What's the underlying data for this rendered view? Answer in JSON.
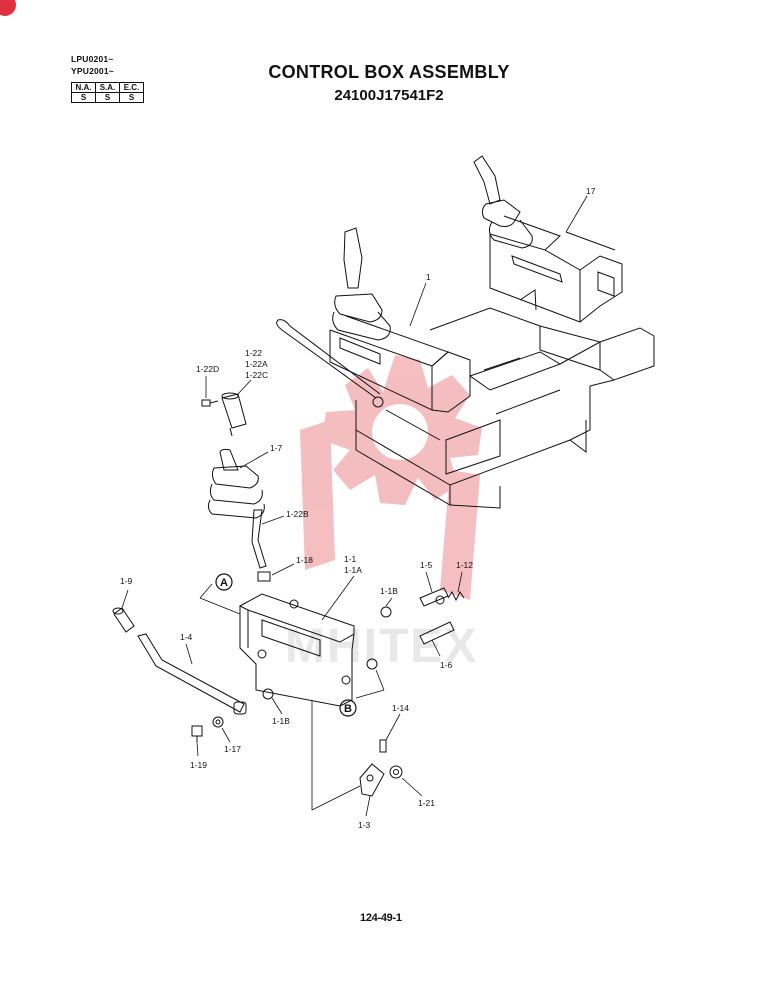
{
  "header": {
    "serial_na": "LPU0201~",
    "serial_sa": "YPU2001~",
    "availability_headers": [
      "N.A.",
      "S.A.",
      "E.C."
    ],
    "availability_values": [
      "S",
      "S",
      "S"
    ]
  },
  "title": "CONTROL BOX ASSEMBLY",
  "part_number": "24100J17541F2",
  "page_number": "124-49-1",
  "watermark_text": "MHITEX",
  "callouts": {
    "c17": "17",
    "c1": "1",
    "c1_22": "1-22",
    "c1_22a": "1-22A",
    "c1_22c": "1-22C",
    "c1_22d": "1-22D",
    "c1_7": "1-7",
    "c1_22b": "1-22B",
    "c1_18": "1-18",
    "c1_1": "1-1",
    "c1_1a": "1-1A",
    "c1_5": "1-5",
    "c1_12": "1-12",
    "c1_9": "1-9",
    "c1_1b_top": "1-1B",
    "c1_4": "1-4",
    "c1_6": "1-6",
    "c1_1b_bottom": "1-1B",
    "c1_14": "1-14",
    "c1_17": "1-17",
    "c1_19": "1-19",
    "c1_21": "1-21",
    "c1_3": "1-3",
    "circle_a": "A",
    "circle_b": "B"
  },
  "colors": {
    "watermark_red": "#f3b3b6",
    "line": "#111111"
  }
}
